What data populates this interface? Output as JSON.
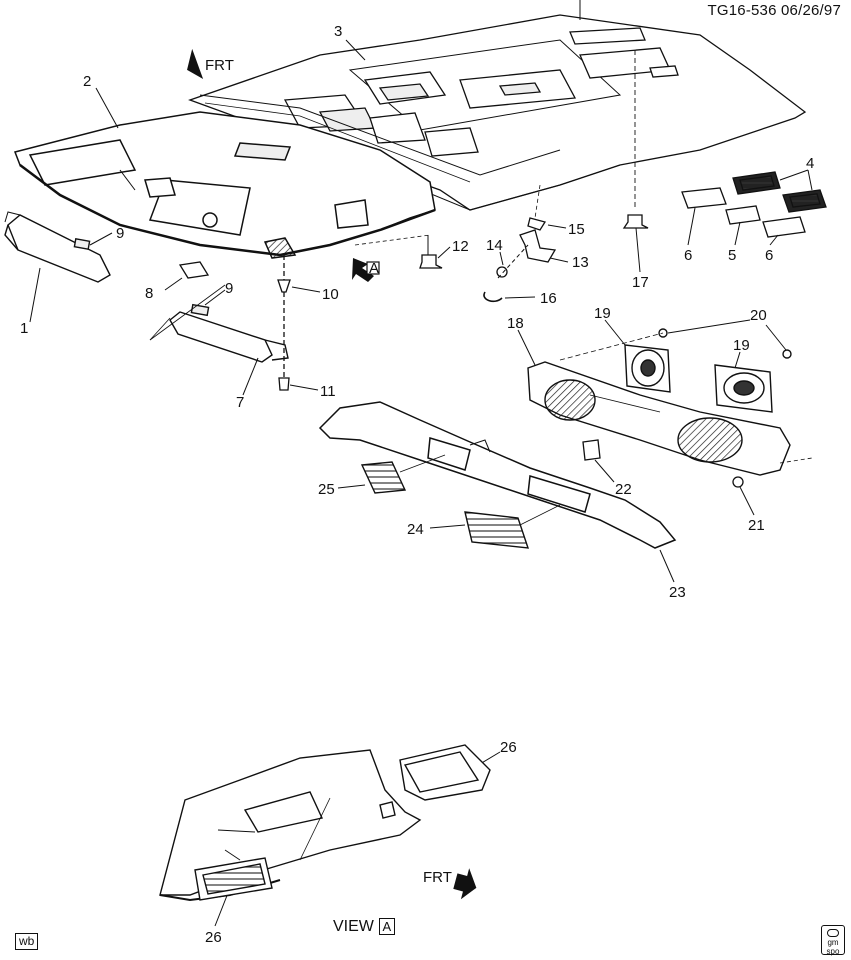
{
  "header": {
    "code": "TG16-536  06/26/97"
  },
  "front_arrows": {
    "top_label": "FRT",
    "bottom_label": "FRT"
  },
  "view_marker": "A",
  "view_caption": {
    "text": "VIEW",
    "letter": "A"
  },
  "callouts": [
    "1",
    "2",
    "3",
    "4",
    "5",
    "6",
    "6",
    "7",
    "8",
    "9",
    "9",
    "10",
    "11",
    "12",
    "13",
    "14",
    "15",
    "16",
    "17",
    "18",
    "19",
    "19",
    "20",
    "21",
    "22",
    "23",
    "24",
    "25",
    "26",
    "26"
  ],
  "footer": {
    "left_badge": "wb",
    "right_logo_text": "gm spo"
  }
}
